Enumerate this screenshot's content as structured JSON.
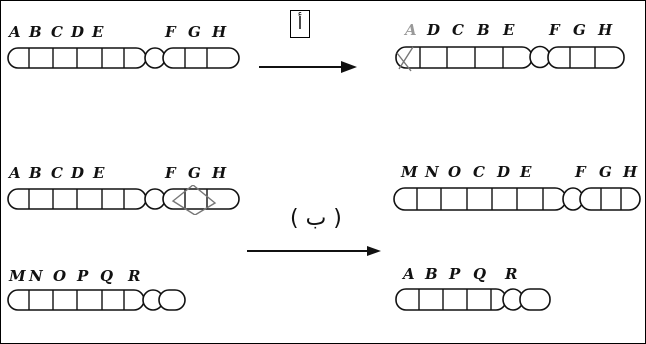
{
  "step_labels": {
    "a": "أ",
    "b": "( ب )"
  },
  "chromosomes": {
    "a_before": [
      "A",
      "B",
      "C",
      "D",
      "E",
      "F",
      "G",
      "H"
    ],
    "a_after": [
      "A",
      "D",
      "C",
      "B",
      "E",
      "F",
      "G",
      "H"
    ],
    "b_before_top": [
      "A",
      "B",
      "C",
      "D",
      "E",
      "F",
      "G",
      "H"
    ],
    "b_before_bottom": [
      "M",
      "N",
      "O",
      "P",
      "Q",
      "R"
    ],
    "b_after_top": [
      "M",
      "N",
      "O",
      "C",
      "D",
      "E",
      "F",
      "G",
      "H"
    ],
    "b_after_bottom": [
      "A",
      "B",
      "P",
      "Q",
      "R"
    ]
  }
}
